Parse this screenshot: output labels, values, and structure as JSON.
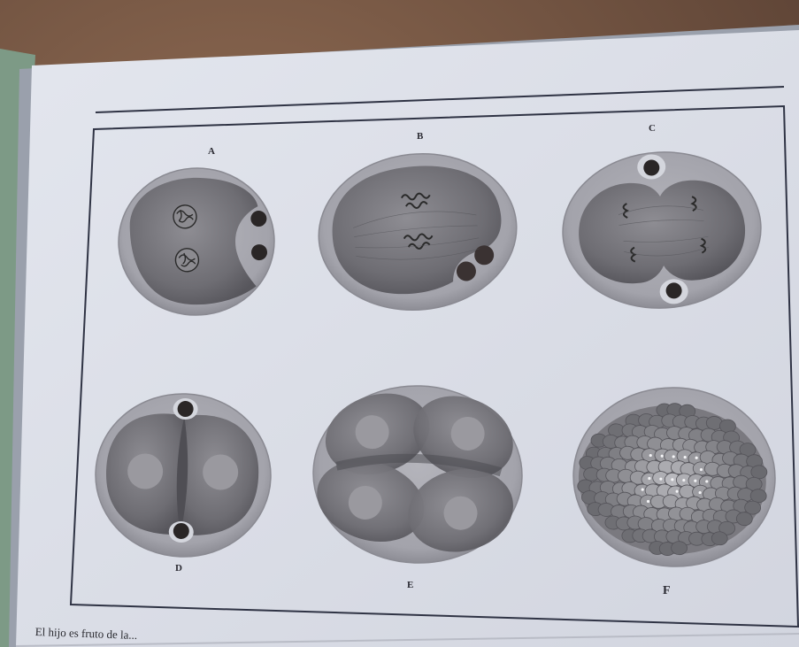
{
  "page": {
    "caption": "El hijo es fruto de la..."
  },
  "figure": {
    "panels": [
      {
        "id": "A",
        "label": "A"
      },
      {
        "id": "B",
        "label": "B"
      },
      {
        "id": "C",
        "label": "C"
      },
      {
        "id": "D",
        "label": "D"
      },
      {
        "id": "E",
        "label": "E"
      },
      {
        "id": "F",
        "label": "F"
      }
    ]
  },
  "colors": {
    "paper": "#dcdfe8",
    "frame": "#2f3344",
    "zona": "#a6a6ae",
    "cytoplasm": "#77767c",
    "polar_body": "#2a2626",
    "carpet": "#7a5a4a"
  }
}
